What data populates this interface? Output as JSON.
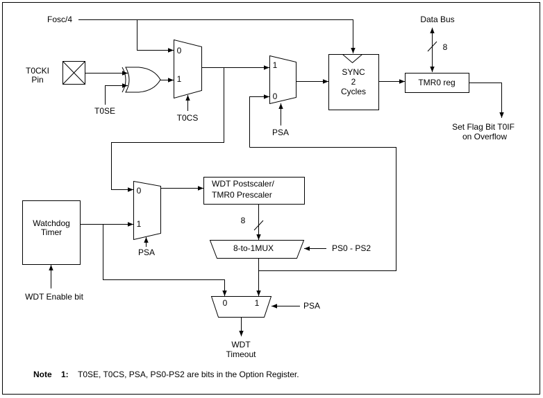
{
  "inputs": {
    "fosc": "Fosc/4",
    "t0cki": "T0CKI",
    "t0cki_pin": "Pin",
    "t0se": "T0SE",
    "t0cs": "T0CS",
    "psa_tmr0": "PSA",
    "psa_wdt": "PSA",
    "psa_out": "PSA",
    "ps_bits": "PS0 - PS2",
    "wdt_enable": "WDT Enable bit"
  },
  "data_bus": {
    "label": "Data Bus",
    "width": "8"
  },
  "blocks": {
    "sync": [
      "SYNC",
      "2",
      "Cycles"
    ],
    "tmr0_reg": "TMR0 reg",
    "watchdog_timer": [
      "Watchdog",
      "Timer"
    ],
    "prescaler": [
      "WDT Postscaler/",
      "TMR0 Prescaler"
    ],
    "prescaler_bus_width": "8",
    "mux_8to1": "8-to-1MUX"
  },
  "muxes": {
    "t0cs_mux": [
      "0",
      "1"
    ],
    "psa_tmr0_mux": [
      "1",
      "0"
    ],
    "psa_wdt_mux": [
      "0",
      "1"
    ],
    "output_mux": [
      "0",
      "1"
    ]
  },
  "outputs": {
    "overflow": [
      "Set Flag Bit T0IF",
      "on Overflow"
    ],
    "wdt_timeout": [
      "WDT",
      "Timeout"
    ]
  },
  "note": {
    "label": "Note",
    "number": "1:",
    "text": "T0SE, T0CS, PSA, PS0-PS2 are bits in the Option Register."
  }
}
